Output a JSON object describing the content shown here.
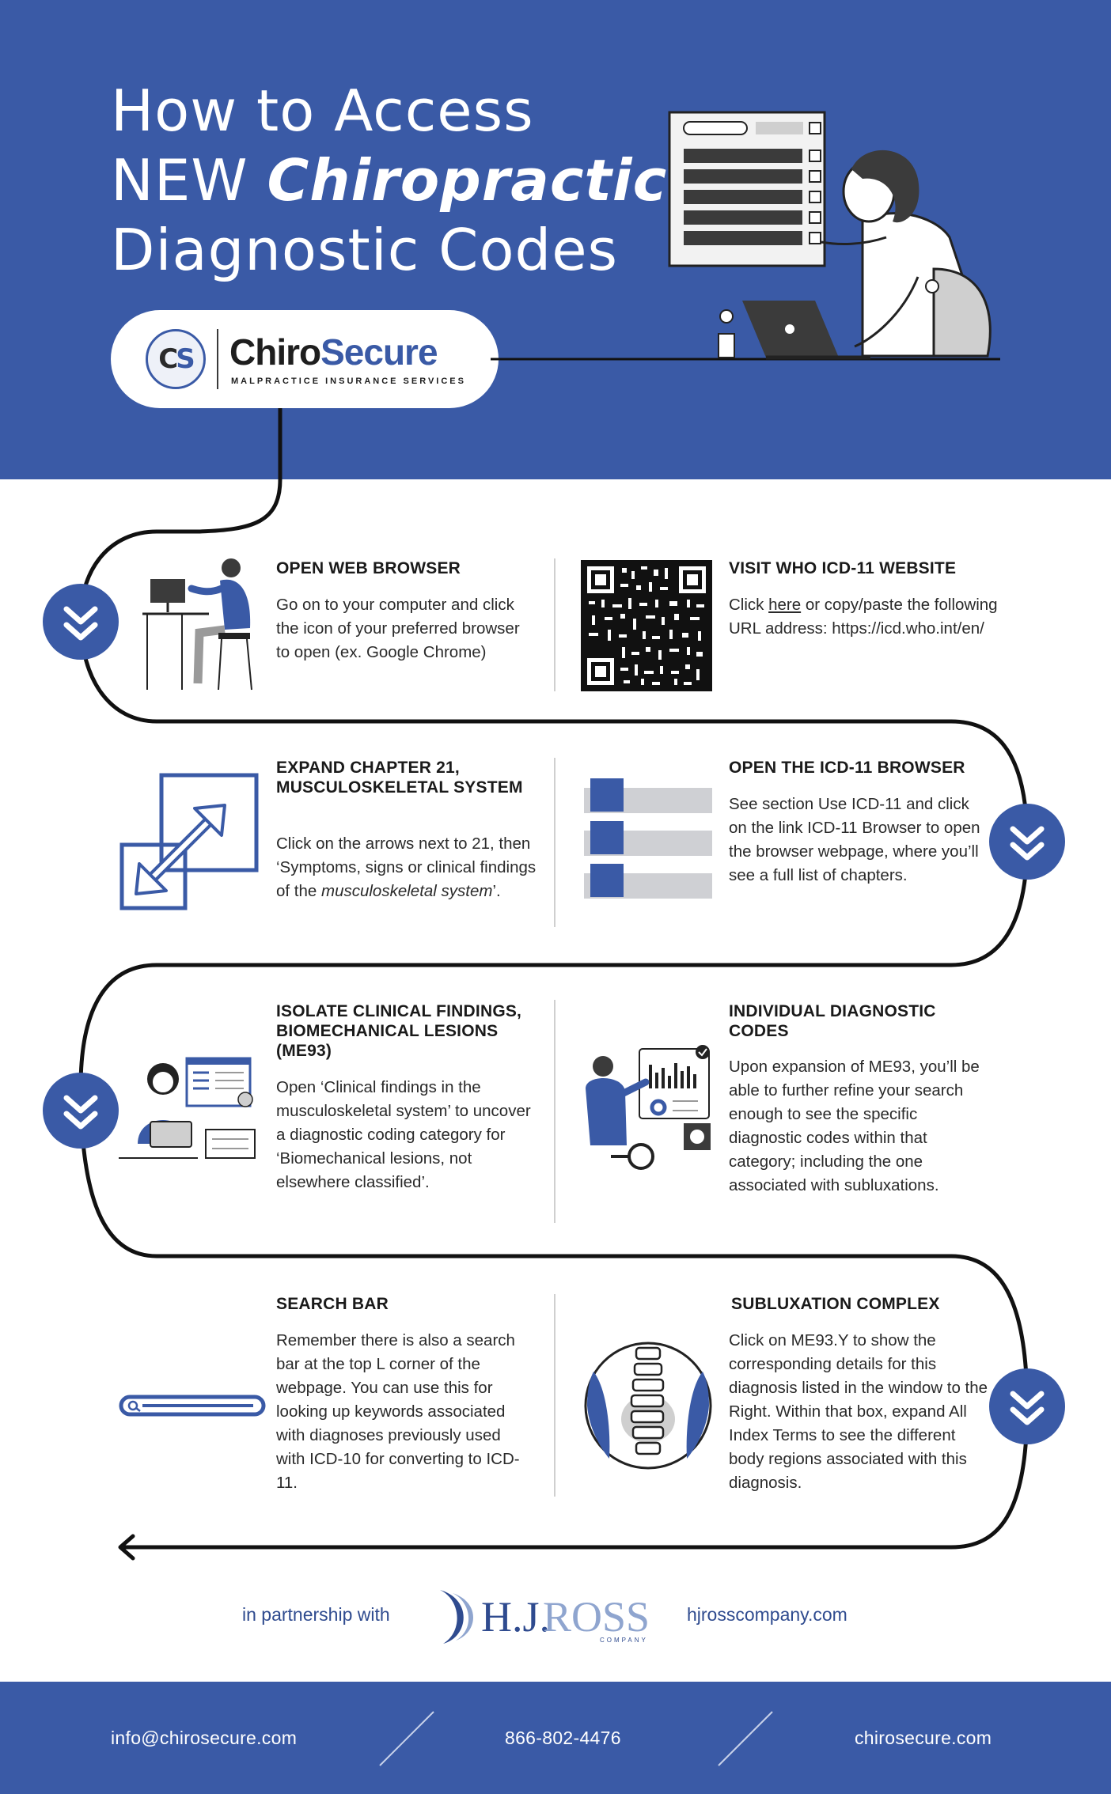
{
  "header": {
    "title_line1": "How to Access",
    "title_line2_prefix": "NEW ",
    "title_line2_emph": "Chiropractic",
    "title_line3": "Diagnostic Codes",
    "logo_initials_c": "C",
    "logo_initials_s": "S",
    "logo_name_chiro": "Chiro",
    "logo_name_secure": "Secure",
    "logo_tagline": "MALPRACTICE INSURANCE SERVICES"
  },
  "steps": [
    {
      "title": "OPEN WEB BROWSER",
      "text": "Go on to your computer and click the icon of your preferred browser to open (ex. Google Chrome)"
    },
    {
      "title": "VISIT WHO ICD-11 WEBSITE",
      "text_before": "Click ",
      "link": "here",
      "text_after": " or copy/paste the following URL address: https://icd.who.int/en/"
    },
    {
      "title": "EXPAND CHAPTER 21, MUSCULOSKELETAL SYSTEM",
      "text_before": "Click on the arrows next to 21, then ‘Symptoms, signs or clinical findings of the ",
      "text_italic": "musculoskeletal system",
      "text_after": "’."
    },
    {
      "title": "OPEN THE ICD-11 BROWSER",
      "text": "See section Use ICD-11 and click on the link ICD-11 Browser to open the browser webpage, where you’ll see a full list of chapters."
    },
    {
      "title": "ISOLATE CLINICAL FINDINGS, BIOMECHANICAL LESIONS (ME93)",
      "text": "Open ‘Clinical findings in the musculoskeletal system’ to uncover a diagnostic coding category for ‘Biomechanical lesions, not elsewhere classified’."
    },
    {
      "title": "INDIVIDUAL DIAGNOSTIC CODES",
      "text": "Upon expansion of ME93, you’ll be able to further refine your search enough to see the specific diagnostic codes within that category; including the one associated with subluxations."
    },
    {
      "title": "SEARCH BAR",
      "text": "Remember there is also a search bar at the top L corner of the webpage. You can use this for looking up keywords associated with diagnoses previously used with ICD-10 for converting to ICD-11."
    },
    {
      "title": "SUBLUXATION COMPLEX",
      "text": "Click on ME93.Y to show the corresponding details for this diagnosis listed in the window to the Right. Within that box, expand All Index Terms to see the different body regions associated with this diagnosis."
    }
  ],
  "partner": {
    "label": "in partnership with",
    "logo_hj": "H.J.",
    "logo_ross": "ROSS",
    "logo_company": "COMPANY",
    "website": "hjrosscompany.com"
  },
  "footer": {
    "email": "info@chirosecure.com",
    "phone": "866-802-4476",
    "website": "chirosecure.com"
  },
  "colors": {
    "brand_blue": "#3a5aa6",
    "path_black": "#111111",
    "divider_gray": "#cfcfcf"
  }
}
